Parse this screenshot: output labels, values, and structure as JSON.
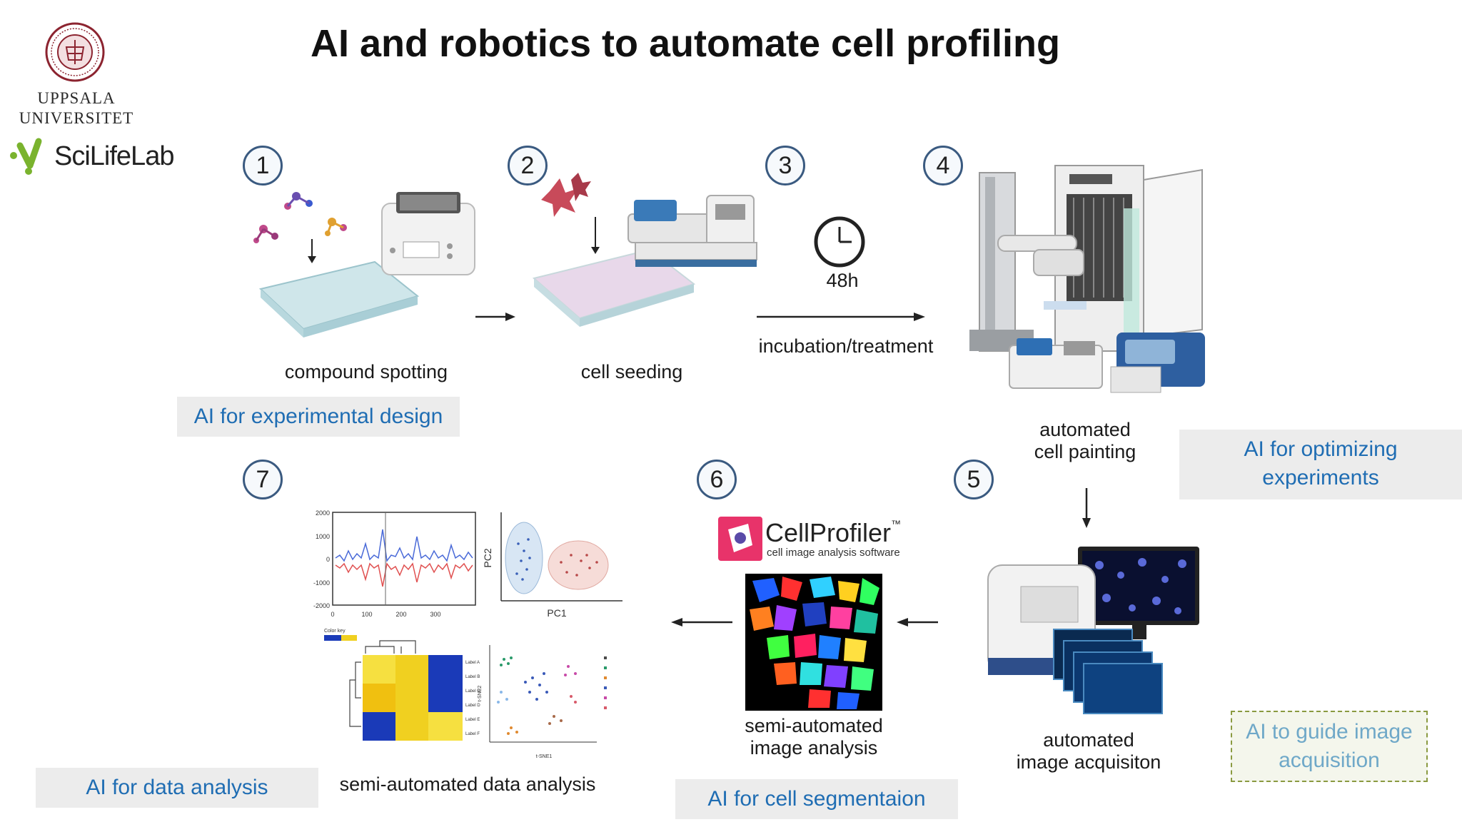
{
  "title": "AI and robotics to automate cell profiling",
  "logos": {
    "university_line1": "UPPSALA",
    "university_line2": "UNIVERSITET",
    "scilifelab": "SciLifeLab"
  },
  "steps": {
    "s1": "1",
    "s2": "2",
    "s3": "3",
    "s4": "4",
    "s5": "5",
    "s6": "6",
    "s7": "7"
  },
  "captions": {
    "compound_spotting": "compound spotting",
    "cell_seeding": "cell seeding",
    "incubation_time": "48h",
    "incubation": "incubation/treatment",
    "cell_painting_l1": "automated",
    "cell_painting_l2": "cell painting",
    "acquisition_l1": "automated",
    "acquisition_l2": "image acquisiton",
    "image_analysis_l1": "semi-automated",
    "image_analysis_l2": "image analysis",
    "data_analysis": "semi-automated data analysis"
  },
  "cellprofiler": {
    "name": "CellProfiler",
    "tm": "™",
    "tagline": "cell image analysis software"
  },
  "ai_boxes": {
    "experimental_design": "AI for experimental design",
    "optimizing_l1": "AI for optimizing",
    "optimizing_l2": "experiments",
    "guide_l1": "AI to guide image",
    "guide_l2": "acquisition",
    "segmentation": "AI for cell segmentaion",
    "data_analysis": "AI for data analysis"
  },
  "mini_charts": {
    "signal_y_ticks": [
      "2000",
      "1000",
      "0",
      "-1000",
      "-2000"
    ],
    "signal_x_ticks": [
      "0",
      "100",
      "200",
      "300"
    ],
    "pca_xlabel": "PC1",
    "pca_ylabel": "PC2",
    "tsne_xlabel": "t-SNE1",
    "tsne_ylabel": "t-SNE2",
    "heatmap_key": "Color key",
    "heatmap_rows": [
      "Label A",
      "Label B",
      "Label C",
      "Label D",
      "Label E",
      "Label F"
    ]
  },
  "colors": {
    "ai_text": "#1f6db3",
    "step_border": "#3a5a80",
    "uu_red": "#8c2430",
    "scilife_green": "#7ab32e"
  }
}
